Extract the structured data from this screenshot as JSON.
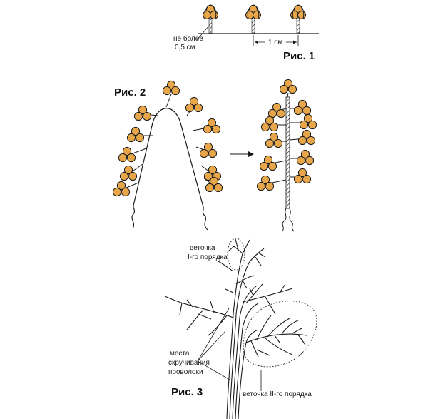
{
  "colors": {
    "bead": "#e8a64b",
    "ink": "#1a1a1a",
    "background": "#ffffff"
  },
  "fig1": {
    "title": "Рис. 1",
    "max_label_line1": "не более",
    "max_label_line2": "0,5 см",
    "spacing_label": "1 см"
  },
  "fig2": {
    "title": "Рис. 2"
  },
  "fig3": {
    "title": "Рис. 3",
    "branch1_line1": "веточка",
    "branch1_line2": "I-го порядка",
    "twist_line1": "места",
    "twist_line2": "скручивания",
    "twist_line3": "проволоки",
    "branch2": "веточка II-го порядка"
  }
}
